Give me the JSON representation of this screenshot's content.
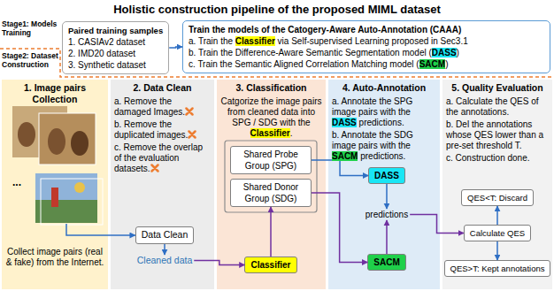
{
  "diagram": {
    "title": "Holistic construction pipeline of the proposed MIML dataset",
    "nodes": [
      {
        "text": [
          "Paired training samples",
          "1. CASIAv2 dataset",
          "2. IMD20 dataset",
          "3. Synthetic dataset"
        ]
      },
      {
        "text": [
          "Train the models of the Catogery-Aware Auto-Annotation (CAAA)",
          "a. Train the Classifier via Self-supervised Learning proposed in Sec3.1",
          "b. Train the Difference-Aware Semantic Segmentation model (DASS)",
          "c. Train the Semantic Aligned Correlation Matching model (SACM)"
        ]
      },
      {
        "text": [
          "1. Image pairs Collection",
          "Collect image pairs (real & fake) from the Internet."
        ]
      },
      {
        "text": [
          "2. Data Clean",
          "a. Remove the damaged Images.",
          "b. Remove the duplicated images.",
          "c. Remove the overlap of the evaluation datasets."
        ]
      },
      {
        "text": [
          "Data Clean"
        ],
        "in": 3
      },
      {
        "text": [
          "Cleaned data"
        ],
        "in": 3
      },
      {
        "text": [
          "3. Classification",
          "Catgorize the image pairs from cleaned data into SPG / SDG with the Classifier."
        ]
      },
      {
        "text": [
          "Shared Probe Group (SPG)"
        ],
        "in": 6
      },
      {
        "text": [
          "Shared Donor Group (SDG)"
        ],
        "in": 6
      },
      {
        "text": [
          "Classifier"
        ],
        "in": 6
      },
      {
        "text": [
          "4. Auto-Annotation",
          "a. Annotate the SPG image pairs with the DASS predictions.",
          "b. Annotate the SDG image pairs with the SACM predictions."
        ]
      },
      {
        "text": [
          "DASS"
        ],
        "in": 10
      },
      {
        "text": [
          "predictions"
        ],
        "in": 10
      },
      {
        "text": [
          "SACM"
        ],
        "in": 10
      },
      {
        "text": [
          "5. Quality Evaluation",
          "a. Calculate the QES of the annotations.",
          "b. Del the annotations whose QES lower than a pre-set threshold T.",
          "c. Construction done."
        ]
      },
      {
        "text": [
          "QES<T: Discard"
        ],
        "in": 14
      },
      {
        "text": [
          "Calculate QES"
        ],
        "in": 14
      },
      {
        "text": [
          "QES>T: Kept annotations"
        ],
        "in": 14
      }
    ],
    "edges": [
      {
        "from": 0,
        "to": 1,
        "arrow": "to"
      },
      {
        "from": 2,
        "to": 4,
        "arrow": "to"
      },
      {
        "from": 4,
        "to": 5,
        "arrow": "to"
      },
      {
        "from": 5,
        "to": 9,
        "arrow": "to"
      },
      {
        "from": 9,
        "to": 8,
        "arrow": "to"
      },
      {
        "from": 7,
        "to": 11,
        "arrow": "to"
      },
      {
        "from": 8,
        "to": 13,
        "arrow": "to"
      },
      {
        "from": 11,
        "to": 12,
        "arrow": "to"
      },
      {
        "from": 13,
        "to": 12,
        "arrow": "to"
      },
      {
        "from": 12,
        "to": 16,
        "arrow": "to"
      },
      {
        "from": 16,
        "to": 15,
        "arrow": "to"
      },
      {
        "from": 16,
        "to": 17,
        "arrow": "to"
      }
    ],
    "labels": [
      "Stage1: Models Training",
      "Stage2: Dataset Construction",
      "..."
    ]
  }
}
